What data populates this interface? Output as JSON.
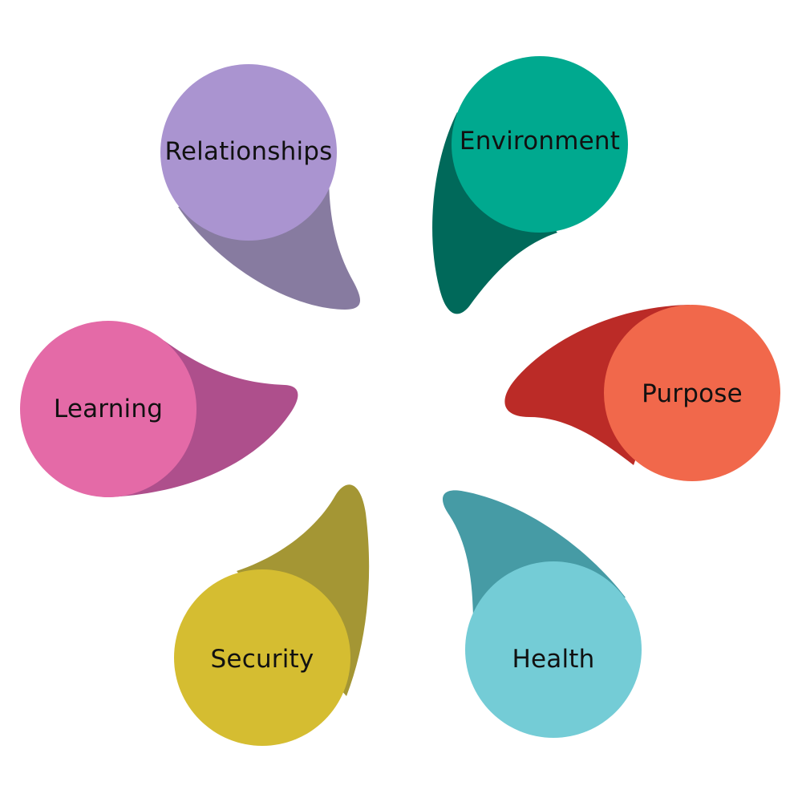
{
  "diagram": {
    "petals": [
      {
        "label": "Relationships",
        "circle_color": "#aa94d0",
        "tail_color": "#877ba0"
      },
      {
        "label": "Environment",
        "circle_color": "#00a98f",
        "tail_color": "#00695a"
      },
      {
        "label": "Purpose",
        "circle_color": "#f1684b",
        "tail_color": "#bb2b27"
      },
      {
        "label": "Health",
        "circle_color": "#74ccd6",
        "tail_color": "#469ba5"
      },
      {
        "label": "Security",
        "circle_color": "#d5bd31",
        "tail_color": "#a49634"
      },
      {
        "label": "Learning",
        "circle_color": "#e46aa7",
        "tail_color": "#ae4f8c"
      }
    ]
  }
}
